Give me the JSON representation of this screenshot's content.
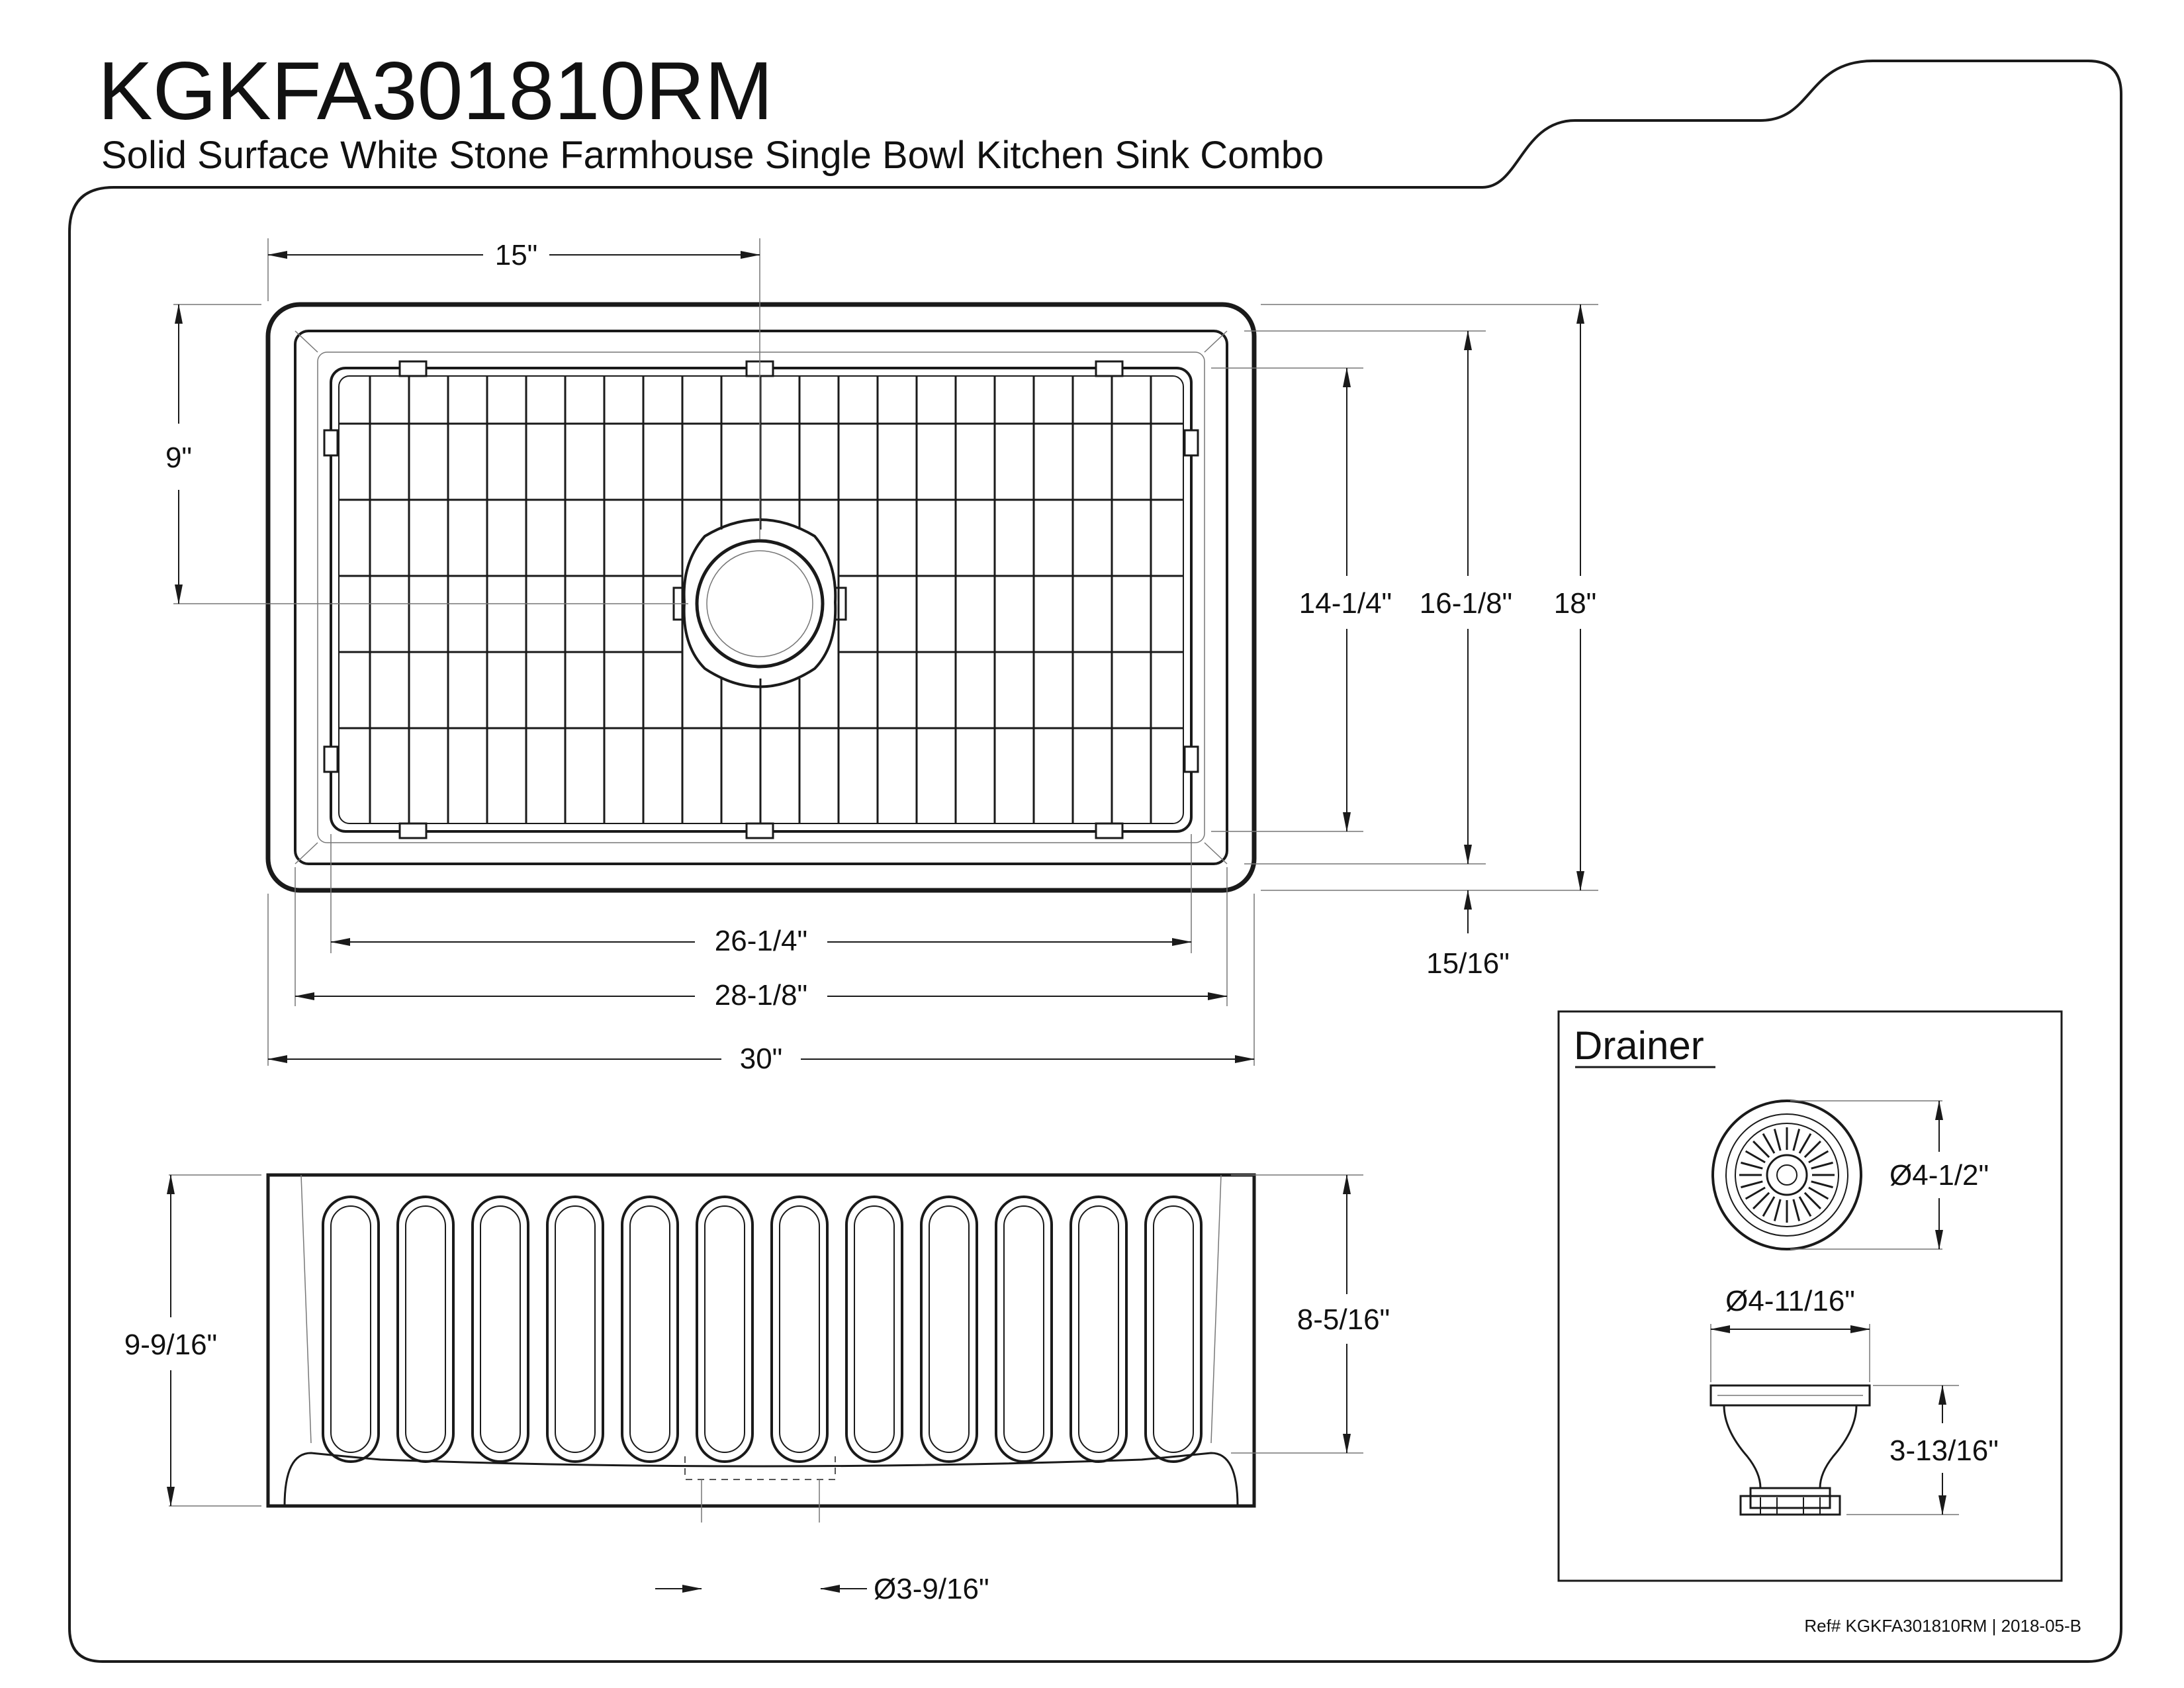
{
  "title": {
    "model": "KGKFA301810RM",
    "description": "Solid Surface White Stone Farmhouse Single Bowl Kitchen Sink Combo"
  },
  "top_view": {
    "dimensions": {
      "drain_offset_x": "15\"",
      "drain_offset_y": "9\"",
      "grid_depth": "14-1/4\"",
      "bowl_depth": "16-1/8\"",
      "overall_depth": "18\"",
      "grid_width": "26-1/4\"",
      "bowl_width": "28-1/8\"",
      "overall_width": "30\"",
      "rim_thickness": "15/16\""
    }
  },
  "front_view": {
    "dimensions": {
      "overall_height": "9-9/16\"",
      "bowl_height": "8-5/16\"",
      "drain_diameter": "Ø3-9/16\""
    }
  },
  "drainer": {
    "heading": "Drainer",
    "dimensions": {
      "flange_diameter": "Ø4-1/2\"",
      "body_diameter": "Ø4-11/16\"",
      "height": "3-13/16\""
    }
  },
  "footer": {
    "reference": "Ref# KGKFA301810RM | 2018-05-B"
  }
}
